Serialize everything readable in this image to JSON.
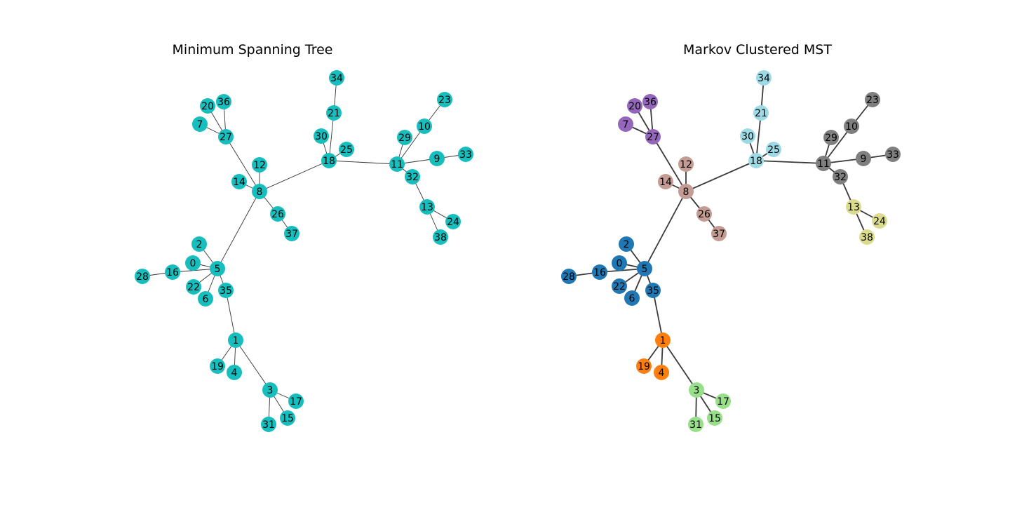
{
  "panels": [
    {
      "title": "Minimum Spanning Tree",
      "edge_color": "#333333",
      "edge_width": "thin",
      "node_color": "#17bebe",
      "edges": [
        [
          8,
          27
        ],
        [
          27,
          20
        ],
        [
          27,
          36
        ],
        [
          27,
          7
        ],
        [
          8,
          12
        ],
        [
          8,
          14
        ],
        [
          8,
          26
        ],
        [
          26,
          37
        ],
        [
          8,
          18
        ],
        [
          18,
          30
        ],
        [
          18,
          25
        ],
        [
          18,
          21
        ],
        [
          21,
          34
        ],
        [
          18,
          11
        ],
        [
          11,
          29
        ],
        [
          11,
          10
        ],
        [
          10,
          23
        ],
        [
          11,
          9
        ],
        [
          9,
          33
        ],
        [
          11,
          32
        ],
        [
          32,
          13
        ],
        [
          13,
          24
        ],
        [
          13,
          38
        ],
        [
          8,
          5
        ],
        [
          5,
          2
        ],
        [
          5,
          0
        ],
        [
          5,
          16
        ],
        [
          16,
          28
        ],
        [
          5,
          22
        ],
        [
          5,
          6
        ],
        [
          5,
          35
        ],
        [
          35,
          1
        ],
        [
          1,
          19
        ],
        [
          1,
          4
        ],
        [
          1,
          3
        ],
        [
          3,
          17
        ],
        [
          3,
          15
        ],
        [
          3,
          31
        ]
      ],
      "nodes": [
        {
          "id": "34",
          "color": "#17bebe"
        },
        {
          "id": "21",
          "color": "#17bebe"
        },
        {
          "id": "23",
          "color": "#17bebe"
        },
        {
          "id": "20",
          "color": "#17bebe"
        },
        {
          "id": "36",
          "color": "#17bebe"
        },
        {
          "id": "7",
          "color": "#17bebe"
        },
        {
          "id": "27",
          "color": "#17bebe"
        },
        {
          "id": "30",
          "color": "#17bebe"
        },
        {
          "id": "25",
          "color": "#17bebe"
        },
        {
          "id": "29",
          "color": "#17bebe"
        },
        {
          "id": "10",
          "color": "#17bebe"
        },
        {
          "id": "9",
          "color": "#17bebe"
        },
        {
          "id": "33",
          "color": "#17bebe"
        },
        {
          "id": "12",
          "color": "#17bebe"
        },
        {
          "id": "18",
          "color": "#17bebe"
        },
        {
          "id": "11",
          "color": "#17bebe"
        },
        {
          "id": "32",
          "color": "#17bebe"
        },
        {
          "id": "14",
          "color": "#17bebe"
        },
        {
          "id": "8",
          "color": "#17bebe"
        },
        {
          "id": "26",
          "color": "#17bebe"
        },
        {
          "id": "13",
          "color": "#17bebe"
        },
        {
          "id": "24",
          "color": "#17bebe"
        },
        {
          "id": "37",
          "color": "#17bebe"
        },
        {
          "id": "38",
          "color": "#17bebe"
        },
        {
          "id": "2",
          "color": "#17bebe"
        },
        {
          "id": "0",
          "color": "#17bebe"
        },
        {
          "id": "5",
          "color": "#17bebe"
        },
        {
          "id": "28",
          "color": "#17bebe"
        },
        {
          "id": "16",
          "color": "#17bebe"
        },
        {
          "id": "22",
          "color": "#17bebe"
        },
        {
          "id": "35",
          "color": "#17bebe"
        },
        {
          "id": "6",
          "color": "#17bebe"
        },
        {
          "id": "1",
          "color": "#17bebe"
        },
        {
          "id": "19",
          "color": "#17bebe"
        },
        {
          "id": "4",
          "color": "#17bebe"
        },
        {
          "id": "3",
          "color": "#17bebe"
        },
        {
          "id": "17",
          "color": "#17bebe"
        },
        {
          "id": "15",
          "color": "#17bebe"
        },
        {
          "id": "31",
          "color": "#17bebe"
        }
      ]
    },
    {
      "title": "Markov Clustered MST",
      "edge_color": "#3a3a3a",
      "edge_width": "thick",
      "edges": [
        [
          8,
          27
        ],
        [
          27,
          20
        ],
        [
          27,
          36
        ],
        [
          27,
          7
        ],
        [
          8,
          12
        ],
        [
          8,
          14
        ],
        [
          8,
          26
        ],
        [
          26,
          37
        ],
        [
          8,
          18
        ],
        [
          18,
          30
        ],
        [
          18,
          25
        ],
        [
          18,
          21
        ],
        [
          21,
          34
        ],
        [
          18,
          11
        ],
        [
          11,
          29
        ],
        [
          11,
          10
        ],
        [
          10,
          23
        ],
        [
          11,
          9
        ],
        [
          9,
          33
        ],
        [
          11,
          32
        ],
        [
          32,
          13
        ],
        [
          13,
          24
        ],
        [
          13,
          38
        ],
        [
          8,
          5
        ],
        [
          5,
          2
        ],
        [
          5,
          0
        ],
        [
          5,
          16
        ],
        [
          16,
          28
        ],
        [
          5,
          22
        ],
        [
          5,
          6
        ],
        [
          5,
          35
        ],
        [
          35,
          1
        ],
        [
          1,
          19
        ],
        [
          1,
          4
        ],
        [
          1,
          3
        ],
        [
          3,
          17
        ],
        [
          3,
          15
        ],
        [
          3,
          31
        ]
      ],
      "nodes": [
        {
          "id": "34",
          "color": "#9edae5"
        },
        {
          "id": "21",
          "color": "#9edae5"
        },
        {
          "id": "23",
          "color": "#7f7f7f"
        },
        {
          "id": "20",
          "color": "#9467bd"
        },
        {
          "id": "36",
          "color": "#9467bd"
        },
        {
          "id": "7",
          "color": "#9467bd"
        },
        {
          "id": "27",
          "color": "#9467bd"
        },
        {
          "id": "30",
          "color": "#9edae5"
        },
        {
          "id": "25",
          "color": "#9edae5"
        },
        {
          "id": "29",
          "color": "#7f7f7f"
        },
        {
          "id": "10",
          "color": "#7f7f7f"
        },
        {
          "id": "9",
          "color": "#7f7f7f"
        },
        {
          "id": "33",
          "color": "#7f7f7f"
        },
        {
          "id": "12",
          "color": "#c49c94"
        },
        {
          "id": "18",
          "color": "#9edae5"
        },
        {
          "id": "11",
          "color": "#7f7f7f"
        },
        {
          "id": "32",
          "color": "#7f7f7f"
        },
        {
          "id": "14",
          "color": "#c49c94"
        },
        {
          "id": "8",
          "color": "#c49c94"
        },
        {
          "id": "26",
          "color": "#c49c94"
        },
        {
          "id": "13",
          "color": "#dbdb8d"
        },
        {
          "id": "24",
          "color": "#dbdb8d"
        },
        {
          "id": "37",
          "color": "#c49c94"
        },
        {
          "id": "38",
          "color": "#dbdb8d"
        },
        {
          "id": "2",
          "color": "#1f77b4"
        },
        {
          "id": "0",
          "color": "#1f77b4"
        },
        {
          "id": "5",
          "color": "#1f77b4"
        },
        {
          "id": "28",
          "color": "#1f77b4"
        },
        {
          "id": "16",
          "color": "#1f77b4"
        },
        {
          "id": "22",
          "color": "#1f77b4"
        },
        {
          "id": "35",
          "color": "#1f77b4"
        },
        {
          "id": "6",
          "color": "#1f77b4"
        },
        {
          "id": "1",
          "color": "#ff7f0e"
        },
        {
          "id": "19",
          "color": "#ff7f0e"
        },
        {
          "id": "4",
          "color": "#ff7f0e"
        },
        {
          "id": "3",
          "color": "#98df8a"
        },
        {
          "id": "17",
          "color": "#98df8a"
        },
        {
          "id": "15",
          "color": "#98df8a"
        },
        {
          "id": "31",
          "color": "#98df8a"
        }
      ]
    }
  ]
}
